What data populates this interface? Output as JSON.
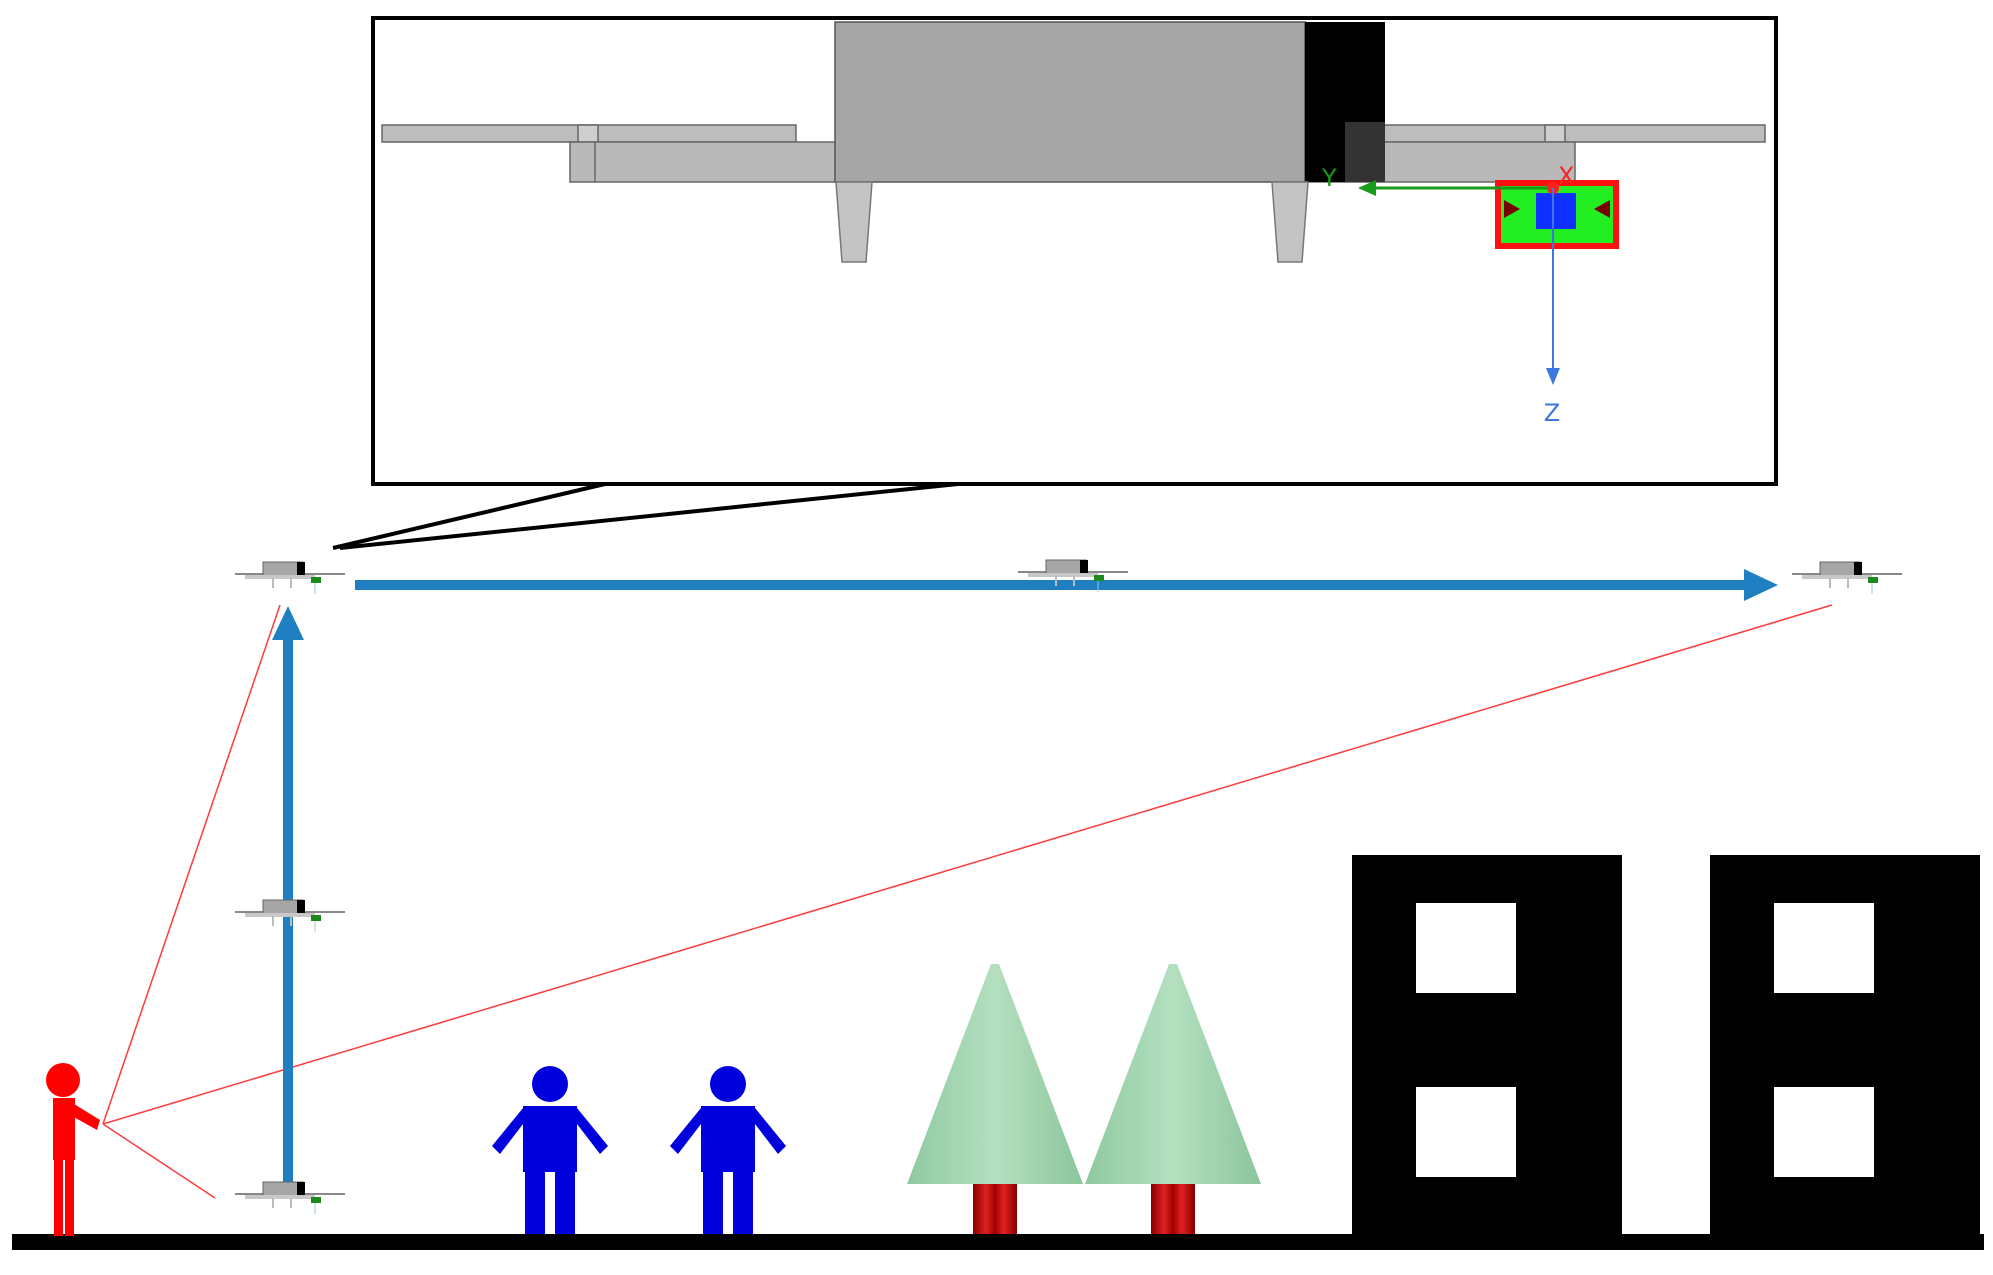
{
  "inset": {
    "axes": {
      "x_label": "X",
      "y_label": "Y",
      "z_label": "Z"
    }
  },
  "colors": {
    "path_arrow": "#1f7fc0",
    "sight_line": "#ff3b3b",
    "operator": "#ff0000",
    "person": "#0000dd",
    "tree_canopy": "#a8d8b4",
    "tree_trunk": "#c01010",
    "building": "#000000",
    "drone_body": "#a6a6a6",
    "axis_x": "#ff2020",
    "axis_y": "#1a9a1a",
    "axis_z": "#3a78e0",
    "sensor_box": "#ff1010",
    "sensor_board": "#22ee22",
    "sensor_chip": "#1030ff"
  }
}
